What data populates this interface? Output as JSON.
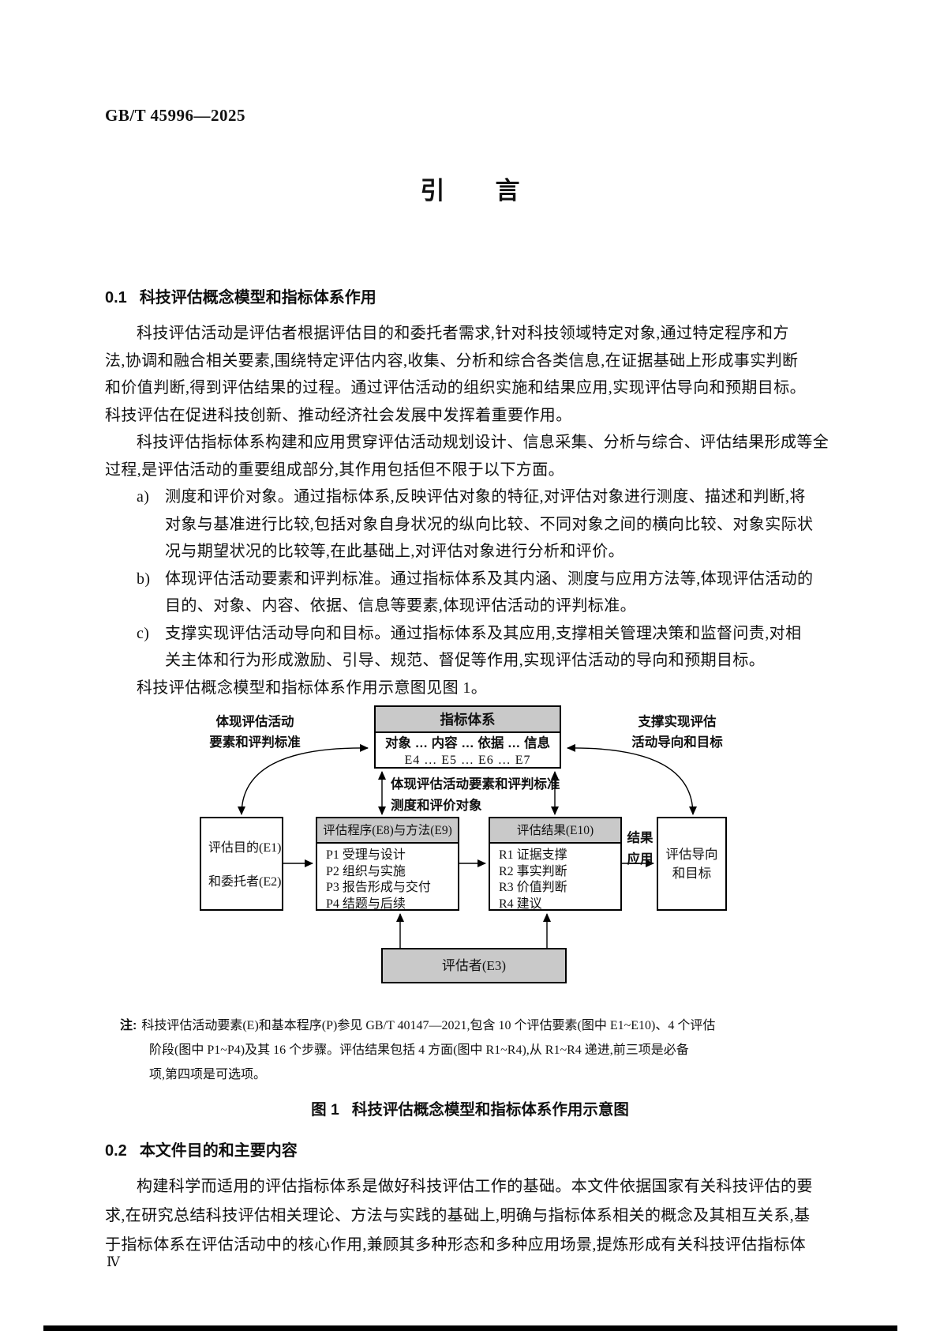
{
  "header": {
    "doc_number": "GB/T 45996—2025"
  },
  "page_title": {
    "left": "引",
    "right": "言"
  },
  "section1": {
    "number": "0.1",
    "title": "科技评估概念模型和指标体系作用",
    "para1_lines": [
      "科技评估活动是评估者根据评估目的和委托者需求,针对科技领域特定对象,通过特定程序和方",
      "法,协调和融合相关要素,围绕特定评估内容,收集、分析和综合各类信息,在证据基础上形成事实判断",
      "和价值判断,得到评估结果的过程。通过评估活动的组织实施和结果应用,实现评估导向和预期目标。",
      "科技评估在促进科技创新、推动经济社会发展中发挥着重要作用。"
    ],
    "para2_lines": [
      "科技评估指标体系构建和应用贯穿评估活动规划设计、信息采集、分析与综合、评估结果形成等全",
      "过程,是评估活动的重要组成部分,其作用包括但不限于以下方面。"
    ],
    "items": [
      {
        "marker": "a)",
        "lines": [
          "测度和评价对象。通过指标体系,反映评估对象的特征,对评估对象进行测度、描述和判断,将",
          "对象与基准进行比较,包括对象自身状况的纵向比较、不同对象之间的横向比较、对象实际状",
          "况与期望状况的比较等,在此基础上,对评估对象进行分析和评价。"
        ]
      },
      {
        "marker": "b)",
        "lines": [
          "体现评估活动要素和评判标准。通过指标体系及其内涵、测度与应用方法等,体现评估活动的",
          "目的、对象、内容、依据、信息等要素,体现评估活动的评判标准。"
        ]
      },
      {
        "marker": "c)",
        "lines": [
          "支撑实现评估活动导向和目标。通过指标体系及其应用,支撑相关管理决策和监督问责,对相",
          "关主体和行为形成激励、引导、规范、督促等作用,实现评估活动的导向和预期目标。"
        ]
      }
    ],
    "closing_line": "科技评估概念模型和指标体系作用示意图见图 1。"
  },
  "figure": {
    "indicator_box": {
      "title": "指标体系",
      "row1": "对象 … 内容 … 依据 … 信息",
      "row2": "E4 … E5 … E6 … E7"
    },
    "left_label": {
      "line1": "体现评估活动",
      "line2": "要素和评判标准"
    },
    "right_label": {
      "line1": "支撑实现评估",
      "line2": "活动导向和目标"
    },
    "mid_label": {
      "line1": "体现评估活动要素和评判标准",
      "line2": "测度和评价对象"
    },
    "purpose_box": {
      "line1": "评估目的(E1)",
      "line2": "和委托者(E2)"
    },
    "procedure_box": {
      "title": "评估程序(E8)与方法(E9)",
      "items": [
        "P1 受理与设计",
        "P2 组织与实施",
        "P3 报告形成与交付",
        "P4 结题与后续"
      ]
    },
    "result_box": {
      "title": "评估结果(E10)",
      "items": [
        "R1 证据支撑",
        "R2 事实判断",
        "R3 价值判断",
        "R4 建议"
      ]
    },
    "result_apply": {
      "line1": "结果",
      "line2": "应用"
    },
    "orientation_box": {
      "line1": "评估导向",
      "line2": "和目标"
    },
    "evaluator_box": "评估者(E3)",
    "note_label": "注:",
    "note_lines": [
      "科技评估活动要素(E)和基本程序(P)参见 GB/T 40147—2021,包含 10 个评估要素(图中 E1~E10)、4 个评估",
      "阶段(图中 P1~P4)及其 16 个步骤。评估结果包括 4 方面(图中 R1~R4),从 R1~R4 递进,前三项是必备",
      "项,第四项是可选项。"
    ],
    "caption_prefix": "图 1",
    "caption_text": "科技评估概念模型和指标体系作用示意图"
  },
  "section2": {
    "number": "0.2",
    "title": "本文件目的和主要内容",
    "para_lines": [
      "构建科学而适用的评估指标体系是做好科技评估工作的基础。本文件依据国家有关科技评估的要",
      "求,在研究总结科技评估相关理论、方法与实践的基础上,明确与指标体系相关的概念及其相互关系,基",
      "于指标体系在评估活动中的核心作用,兼顾其多种形态和多种应用场景,提炼形成有关科技评估指标体"
    ]
  },
  "page_number": "Ⅳ"
}
